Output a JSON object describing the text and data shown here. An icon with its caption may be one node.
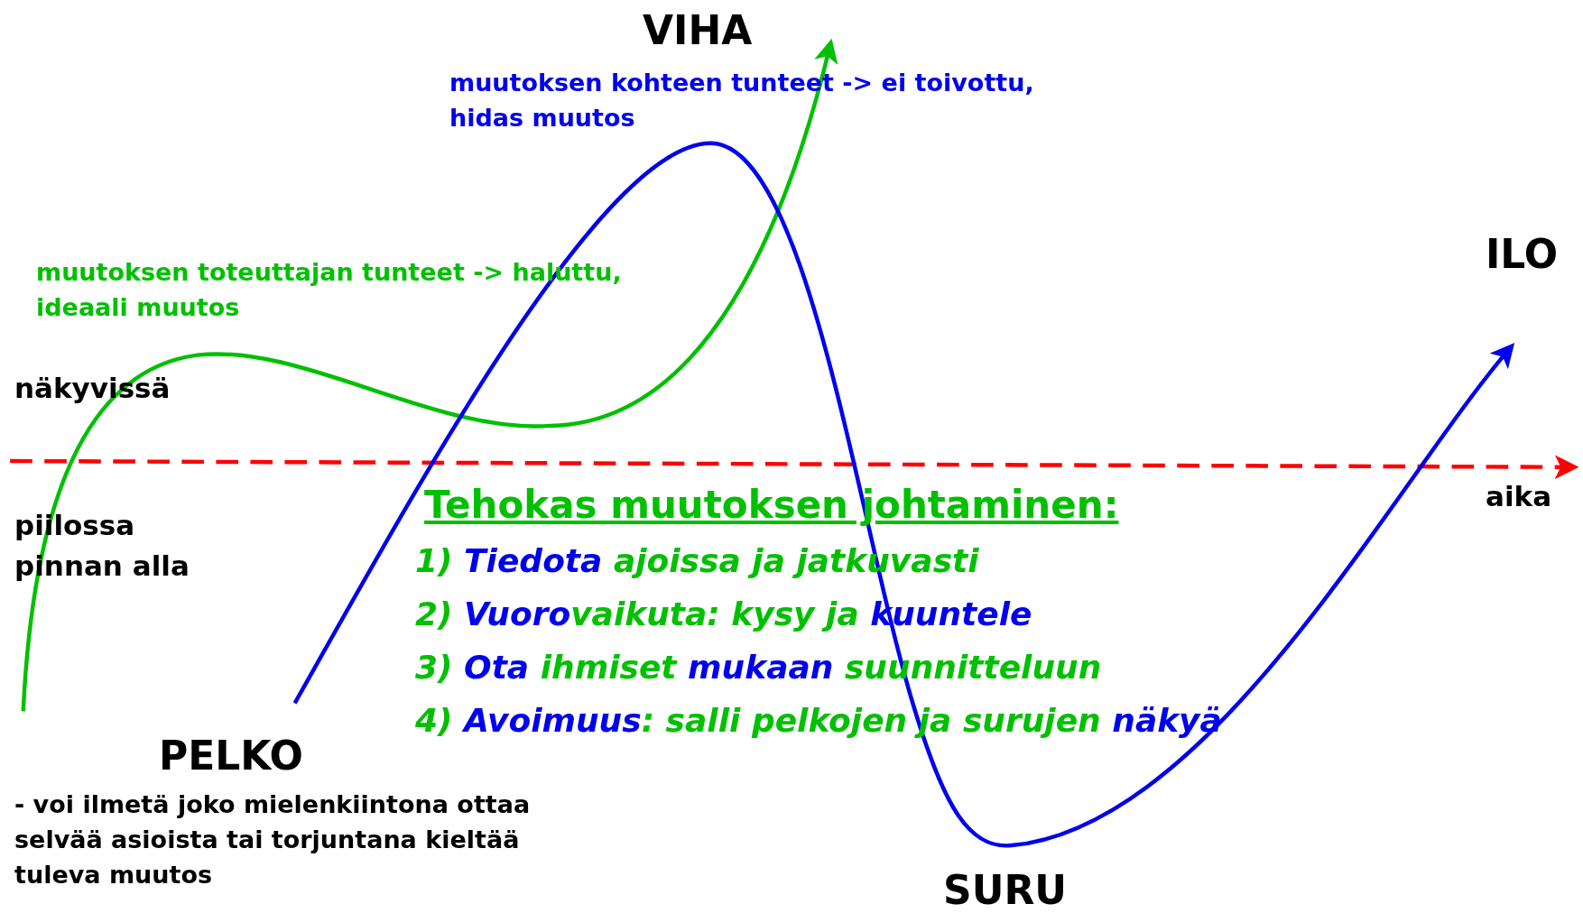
{
  "diagram": {
    "labels": [
      "VIHA",
      "muutoksen kohteen tunteet -> ei toivottu, hidas muutos",
      "muutoksen toteuttajan tunteet -> haluttu, ideaali muutos",
      "ILO",
      "näkyvissä",
      "aika",
      "piilossa pinnan alla",
      "Tehokas muutoksen johtaminen:",
      "1) **Tiedota** ajoissa ja jatkuvasti",
      "2) **Vuoro**vaikuta: kysy ja **kuuntele**",
      "3) **Ota** ihmiset **mukaan** suunnitteluun",
      "4) **Avoimuus**: salli pelkojen ja surujen **näkyä**",
      "PELKO",
      "- voi ilmetä joko mielenkiintona ottaa selvää asioista tai torjuntana kieltää tuleva muutos",
      "SURU"
    ]
  }
}
